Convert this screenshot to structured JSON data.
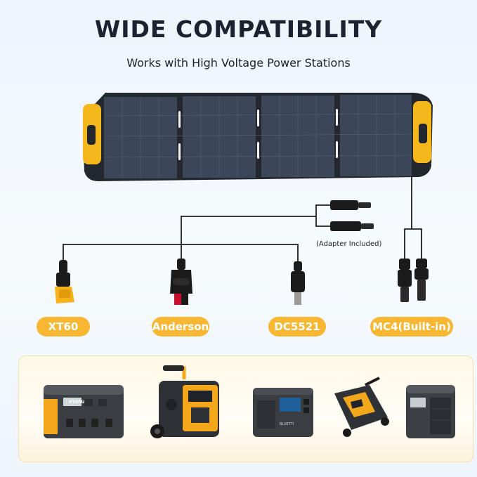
{
  "header": {
    "title": "WIDE COMPATIBILITY",
    "subtitle": "Works with High Voltage Power Stations"
  },
  "connectors": {
    "adapter_note": "(Adapter Included)",
    "labels": [
      "XT60",
      "Anderson",
      "DC5521",
      "MC4(Built-in)"
    ]
  },
  "stations": {
    "brand_labels": [
      "VTOMAN",
      "BLUETTI"
    ]
  },
  "colors": {
    "accent": "#f7b733",
    "panel": "#2b3445",
    "background": "#f3f8fc"
  }
}
